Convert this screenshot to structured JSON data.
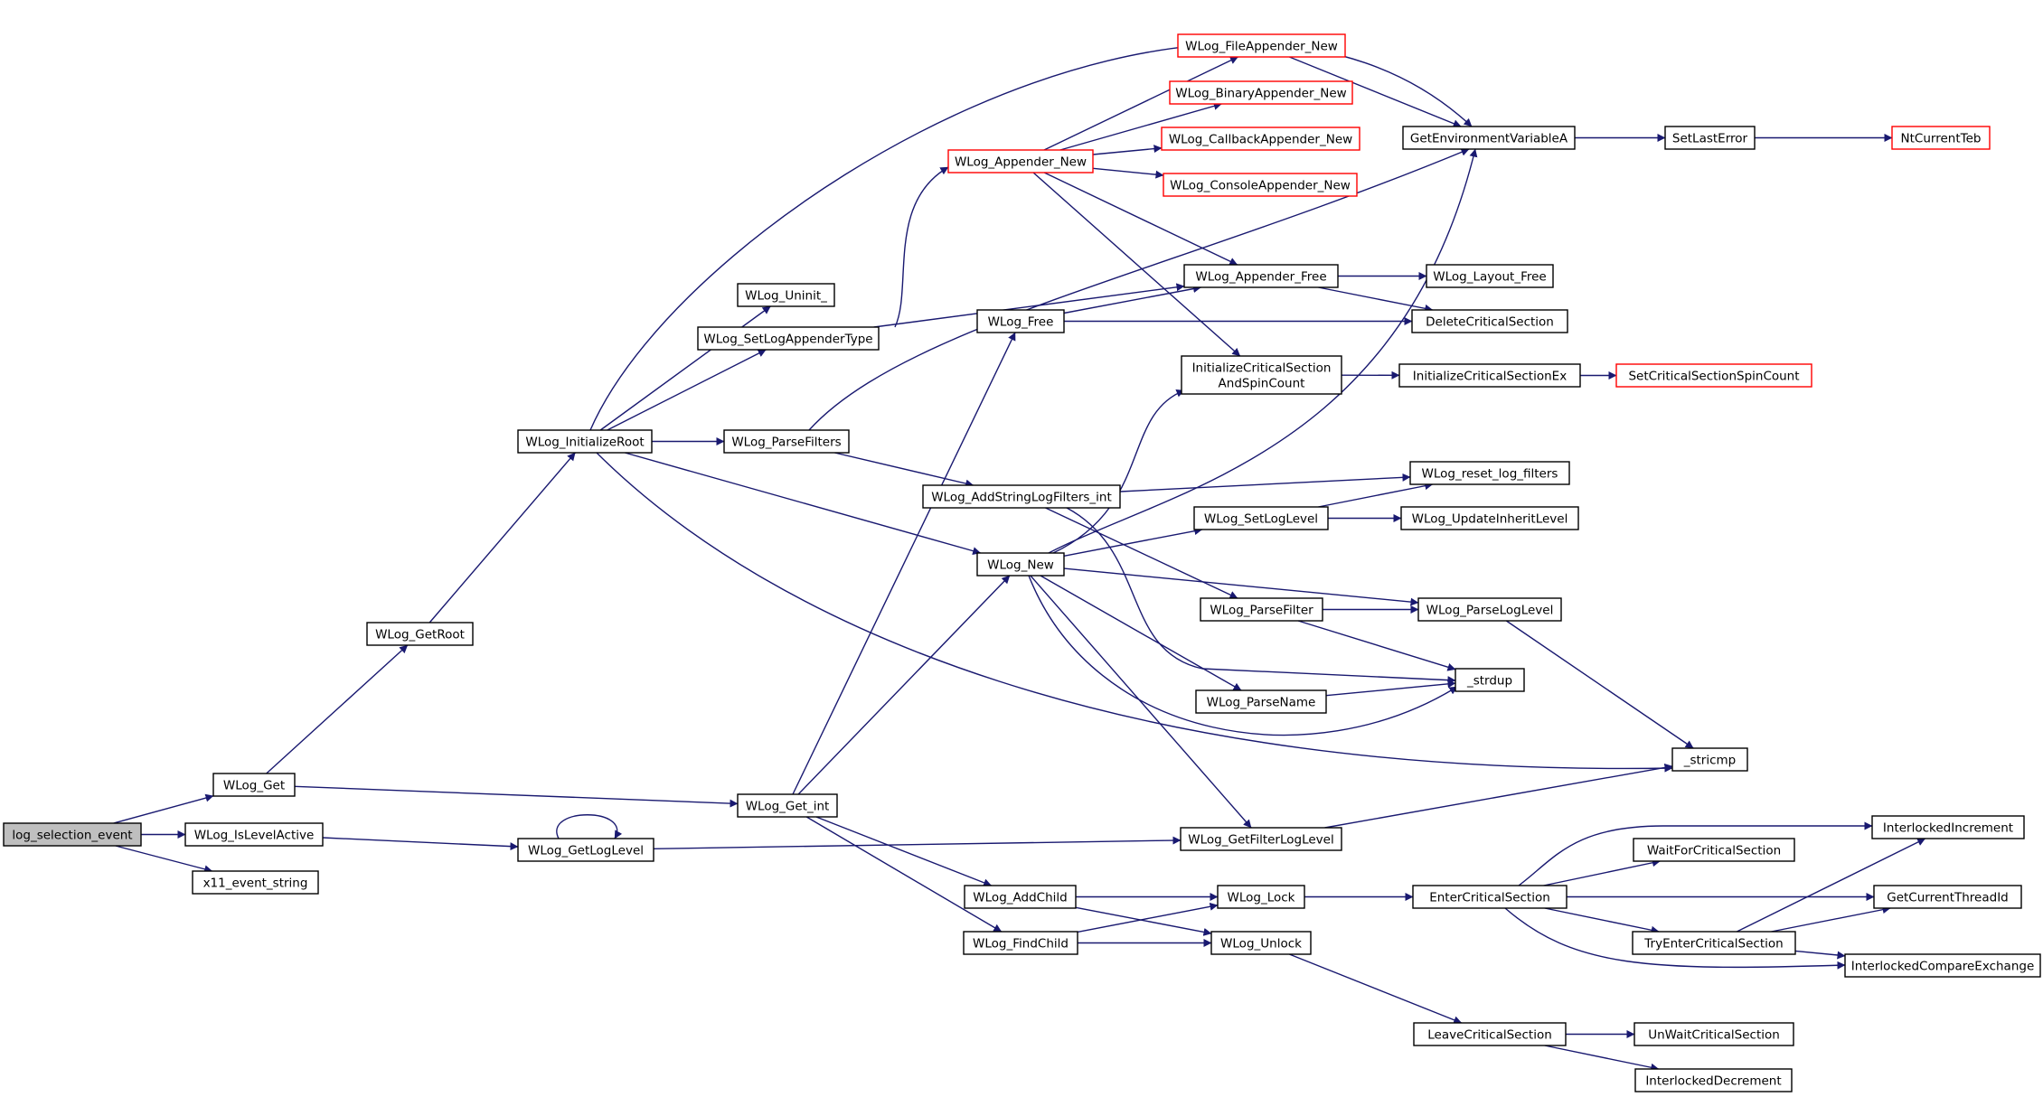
{
  "colors": {
    "edge": "#191970",
    "box_border": "#000000",
    "box_border_truncated": "#ff0000",
    "box_fill": "#ffffff",
    "root_fill": "#bfbfbf"
  },
  "nodes": {
    "log_selection_event": {
      "label": "log_selection_event",
      "root": true
    },
    "WLog_Get": {
      "label": "WLog_Get"
    },
    "WLog_IsLevelActive": {
      "label": "WLog_IsLevelActive"
    },
    "x11_event_string": {
      "label": "x11_event_string"
    },
    "WLog_GetRoot": {
      "label": "WLog_GetRoot"
    },
    "WLog_InitializeRoot": {
      "label": "WLog_InitializeRoot"
    },
    "WLog_GetLogLevel": {
      "label": "WLog_GetLogLevel"
    },
    "WLog_Uninit_": {
      "label": "WLog_Uninit_"
    },
    "WLog_SetLogAppenderType": {
      "label": "WLog_SetLogAppenderType"
    },
    "WLog_ParseFilters": {
      "label": "WLog_ParseFilters"
    },
    "WLog_Get_int": {
      "label": "WLog_Get_int"
    },
    "WLog_Appender_New": {
      "label": "WLog_Appender_New",
      "truncated": true
    },
    "WLog_Free": {
      "label": "WLog_Free"
    },
    "WLog_AddStringLogFilters_int": {
      "label": "WLog_AddStringLogFilters_int"
    },
    "WLog_New": {
      "label": "WLog_New"
    },
    "WLog_AddChild": {
      "label": "WLog_AddChild"
    },
    "WLog_FindChild": {
      "label": "WLog_FindChild"
    },
    "WLog_FileAppender_New": {
      "label": "WLog_FileAppender_New",
      "truncated": true
    },
    "WLog_BinaryAppender_New": {
      "label": "WLog_BinaryAppender_New",
      "truncated": true
    },
    "WLog_CallbackAppender_New": {
      "label": "WLog_CallbackAppender_New",
      "truncated": true
    },
    "WLog_ConsoleAppender_New": {
      "label": "WLog_ConsoleAppender_New",
      "truncated": true
    },
    "WLog_Appender_Free": {
      "label": "WLog_Appender_Free"
    },
    "InitializeCriticalSectionAndSpinCount": {
      "label": [
        "InitializeCriticalSection",
        "AndSpinCount"
      ]
    },
    "WLog_SetLogLevel": {
      "label": "WLog_SetLogLevel"
    },
    "WLog_ParseFilter": {
      "label": "WLog_ParseFilter"
    },
    "WLog_ParseName": {
      "label": "WLog_ParseName"
    },
    "WLog_GetFilterLogLevel": {
      "label": "WLog_GetFilterLogLevel"
    },
    "WLog_Lock": {
      "label": "WLog_Lock"
    },
    "WLog_Unlock": {
      "label": "WLog_Unlock"
    },
    "GetEnvironmentVariableA": {
      "label": "GetEnvironmentVariableA"
    },
    "WLog_Layout_Free": {
      "label": "WLog_Layout_Free"
    },
    "DeleteCriticalSection": {
      "label": "DeleteCriticalSection"
    },
    "InitializeCriticalSectionEx": {
      "label": "InitializeCriticalSectionEx"
    },
    "WLog_reset_log_filters": {
      "label": "WLog_reset_log_filters"
    },
    "WLog_UpdateInheritLevel": {
      "label": "WLog_UpdateInheritLevel"
    },
    "WLog_ParseLogLevel": {
      "label": "WLog_ParseLogLevel"
    },
    "_strdup": {
      "label": "_strdup"
    },
    "_stricmp": {
      "label": "_stricmp"
    },
    "EnterCriticalSection": {
      "label": "EnterCriticalSection"
    },
    "LeaveCriticalSection": {
      "label": "LeaveCriticalSection"
    },
    "SetLastError": {
      "label": "SetLastError"
    },
    "SetCriticalSectionSpinCount": {
      "label": "SetCriticalSectionSpinCount",
      "truncated": true
    },
    "WaitForCriticalSection": {
      "label": "WaitForCriticalSection"
    },
    "TryEnterCriticalSection": {
      "label": "TryEnterCriticalSection"
    },
    "UnWaitCriticalSection": {
      "label": "UnWaitCriticalSection"
    },
    "InterlockedDecrement": {
      "label": "InterlockedDecrement"
    },
    "NtCurrentTeb": {
      "label": "NtCurrentTeb",
      "truncated": true
    },
    "InterlockedIncrement": {
      "label": "InterlockedIncrement"
    },
    "GetCurrentThreadId": {
      "label": "GetCurrentThreadId"
    },
    "InterlockedCompareExchange": {
      "label": "InterlockedCompareExchange"
    }
  },
  "edges": [
    [
      "log_selection_event",
      "WLog_Get"
    ],
    [
      "log_selection_event",
      "WLog_IsLevelActive"
    ],
    [
      "log_selection_event",
      "x11_event_string"
    ],
    [
      "WLog_Get",
      "WLog_GetRoot"
    ],
    [
      "WLog_Get",
      "WLog_Get_int"
    ],
    [
      "WLog_IsLevelActive",
      "WLog_GetLogLevel"
    ],
    [
      "WLog_GetRoot",
      "WLog_InitializeRoot"
    ],
    [
      "WLog_GetLogLevel",
      "WLog_GetLogLevel"
    ],
    [
      "WLog_GetLogLevel",
      "WLog_GetFilterLogLevel"
    ],
    [
      "WLog_InitializeRoot",
      "GetEnvironmentVariableA"
    ],
    [
      "WLog_InitializeRoot",
      "WLog_Uninit_"
    ],
    [
      "WLog_InitializeRoot",
      "WLog_SetLogAppenderType"
    ],
    [
      "WLog_InitializeRoot",
      "WLog_ParseFilters"
    ],
    [
      "WLog_InitializeRoot",
      "WLog_New"
    ],
    [
      "WLog_InitializeRoot",
      "_stricmp"
    ],
    [
      "WLog_SetLogAppenderType",
      "WLog_Appender_New"
    ],
    [
      "WLog_SetLogAppenderType",
      "WLog_Appender_Free"
    ],
    [
      "WLog_ParseFilters",
      "GetEnvironmentVariableA"
    ],
    [
      "WLog_ParseFilters",
      "WLog_AddStringLogFilters_int"
    ],
    [
      "WLog_Get_int",
      "WLog_Free"
    ],
    [
      "WLog_Get_int",
      "WLog_New"
    ],
    [
      "WLog_Get_int",
      "WLog_AddChild"
    ],
    [
      "WLog_Get_int",
      "WLog_FindChild"
    ],
    [
      "WLog_Appender_New",
      "WLog_FileAppender_New"
    ],
    [
      "WLog_Appender_New",
      "WLog_BinaryAppender_New"
    ],
    [
      "WLog_Appender_New",
      "WLog_CallbackAppender_New"
    ],
    [
      "WLog_Appender_New",
      "WLog_ConsoleAppender_New"
    ],
    [
      "WLog_Appender_New",
      "WLog_Appender_Free"
    ],
    [
      "WLog_Appender_New",
      "InitializeCriticalSectionAndSpinCount"
    ],
    [
      "WLog_FileAppender_New",
      "GetEnvironmentVariableA"
    ],
    [
      "WLog_Free",
      "WLog_Appender_Free"
    ],
    [
      "WLog_Free",
      "DeleteCriticalSection"
    ],
    [
      "WLog_AddStringLogFilters_int",
      "WLog_reset_log_filters"
    ],
    [
      "WLog_AddStringLogFilters_int",
      "WLog_ParseFilter"
    ],
    [
      "WLog_AddStringLogFilters_int",
      "_strdup"
    ],
    [
      "WLog_New",
      "GetEnvironmentVariableA"
    ],
    [
      "WLog_New",
      "InitializeCriticalSectionAndSpinCount"
    ],
    [
      "WLog_New",
      "WLog_SetLogLevel"
    ],
    [
      "WLog_New",
      "WLog_ParseLogLevel"
    ],
    [
      "WLog_New",
      "WLog_ParseName"
    ],
    [
      "WLog_New",
      "_strdup"
    ],
    [
      "WLog_New",
      "WLog_GetFilterLogLevel"
    ],
    [
      "WLog_AddChild",
      "WLog_Lock"
    ],
    [
      "WLog_AddChild",
      "WLog_Unlock"
    ],
    [
      "WLog_FindChild",
      "WLog_Lock"
    ],
    [
      "WLog_FindChild",
      "WLog_Unlock"
    ],
    [
      "WLog_Appender_Free",
      "WLog_Layout_Free"
    ],
    [
      "WLog_Appender_Free",
      "DeleteCriticalSection"
    ],
    [
      "InitializeCriticalSectionAndSpinCount",
      "InitializeCriticalSectionEx"
    ],
    [
      "InitializeCriticalSectionEx",
      "SetCriticalSectionSpinCount"
    ],
    [
      "WLog_SetLogLevel",
      "WLog_reset_log_filters"
    ],
    [
      "WLog_SetLogLevel",
      "WLog_UpdateInheritLevel"
    ],
    [
      "WLog_ParseFilter",
      "WLog_ParseLogLevel"
    ],
    [
      "WLog_ParseFilter",
      "_strdup"
    ],
    [
      "WLog_ParseName",
      "_strdup"
    ],
    [
      "WLog_ParseLogLevel",
      "_stricmp"
    ],
    [
      "WLog_GetFilterLogLevel",
      "_stricmp"
    ],
    [
      "GetEnvironmentVariableA",
      "SetLastError"
    ],
    [
      "SetLastError",
      "NtCurrentTeb"
    ],
    [
      "WLog_Lock",
      "EnterCriticalSection"
    ],
    [
      "WLog_Unlock",
      "LeaveCriticalSection"
    ],
    [
      "EnterCriticalSection",
      "InterlockedIncrement"
    ],
    [
      "EnterCriticalSection",
      "WaitForCriticalSection"
    ],
    [
      "EnterCriticalSection",
      "GetCurrentThreadId"
    ],
    [
      "EnterCriticalSection",
      "TryEnterCriticalSection"
    ],
    [
      "EnterCriticalSection",
      "InterlockedCompareExchange"
    ],
    [
      "TryEnterCriticalSection",
      "InterlockedIncrement"
    ],
    [
      "TryEnterCriticalSection",
      "GetCurrentThreadId"
    ],
    [
      "TryEnterCriticalSection",
      "InterlockedCompareExchange"
    ],
    [
      "LeaveCriticalSection",
      "UnWaitCriticalSection"
    ],
    [
      "LeaveCriticalSection",
      "InterlockedDecrement"
    ]
  ]
}
